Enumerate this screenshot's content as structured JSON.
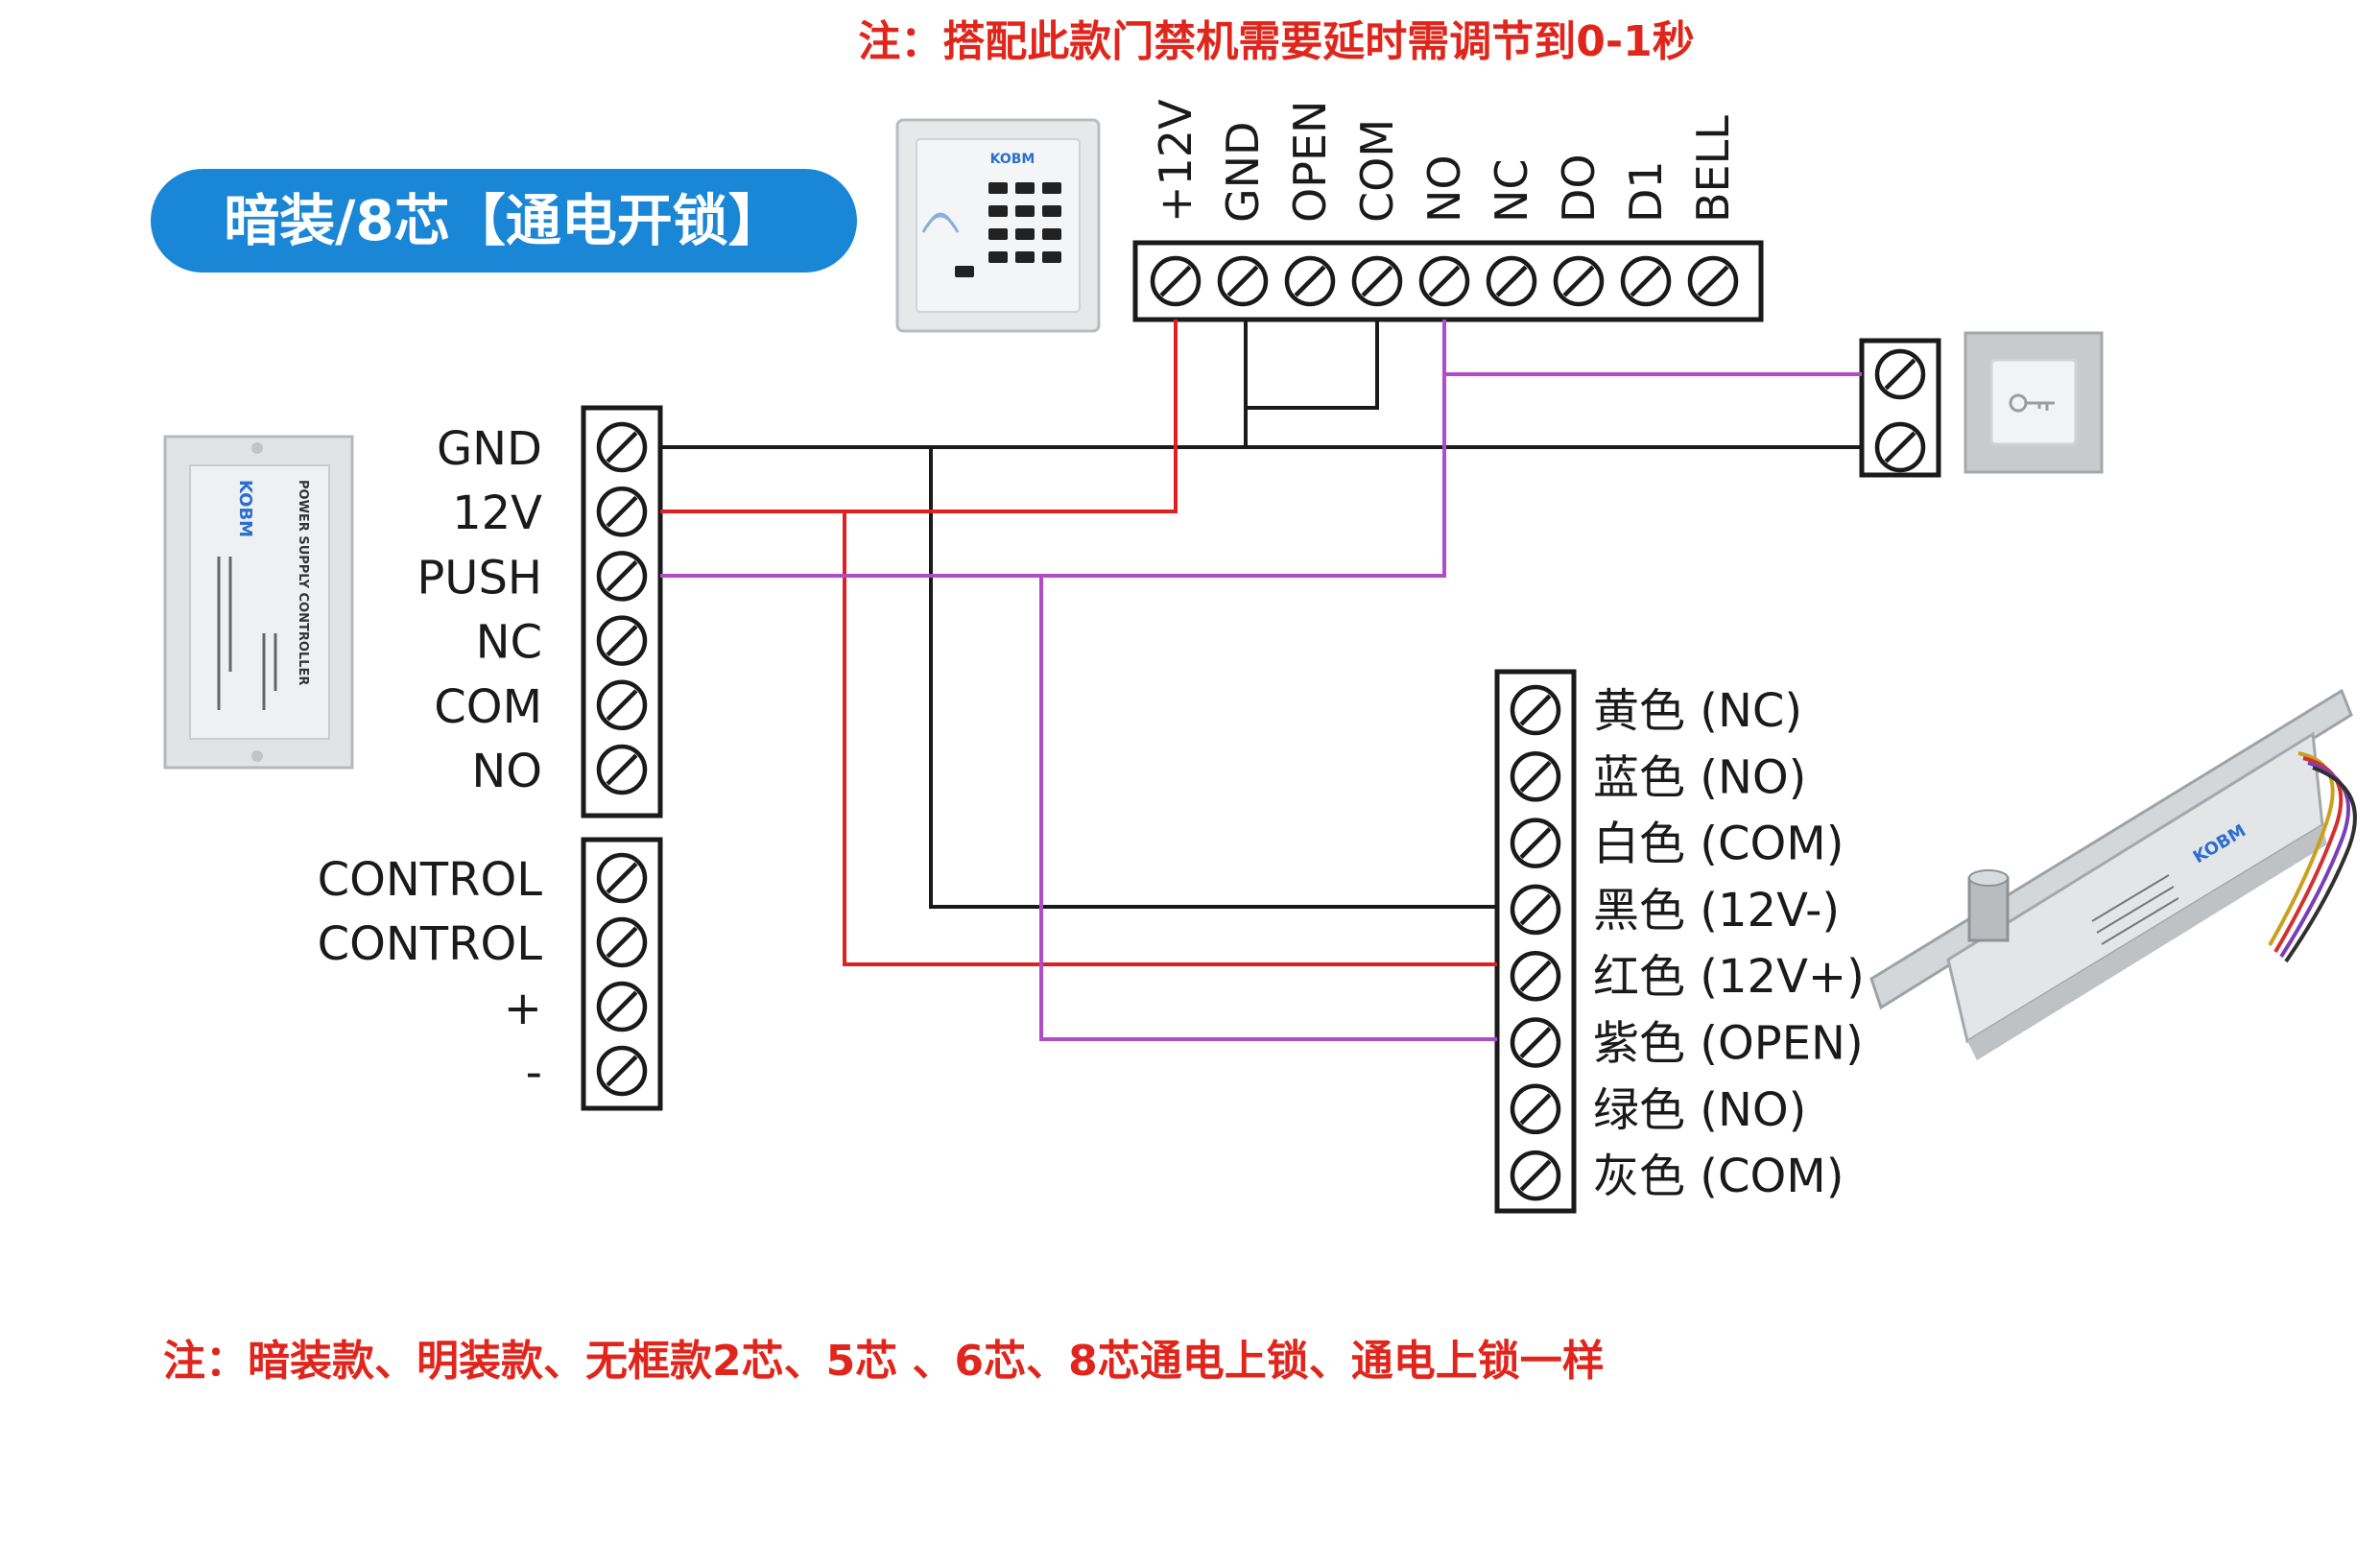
{
  "notes": {
    "top": "注：搭配此款门禁机需要延时需调节到0-1秒",
    "bottom": "注：暗装款、明装款、无框款2芯、5芯 、6芯、8芯通电上锁、通电上锁一样"
  },
  "badge": {
    "label": "暗装/8芯【通电开锁】"
  },
  "access_controller": {
    "logo": "KOBM",
    "terminals": [
      "+12V",
      "GND",
      "OPEN",
      "COM",
      "NO",
      "NC",
      "DO",
      "D1",
      "BELL"
    ]
  },
  "power_supply": {
    "logo": "KOBM",
    "product_text": "POWER SUPPLY CONTROLLER",
    "terminals_upper": [
      "GND",
      "12V",
      "PUSH",
      "NC",
      "COM",
      "NO"
    ],
    "terminals_lower": [
      "CONTROL",
      "CONTROL",
      "+",
      "-"
    ]
  },
  "exit_button": {
    "terminal_count": 2
  },
  "lock": {
    "logo": "KOBM",
    "wires": [
      "黄色 (NC)",
      "蓝色 (NO)",
      "白色 (COM)",
      "黑色 (12V-)",
      "红色 (12V+)",
      "紫色 (OPEN)",
      "绿色 (NO)",
      "灰色 (COM)"
    ]
  },
  "colors": {
    "note_red": "#e0261c",
    "badge_blue": "#1a86d6",
    "wire_black": "#1a1a1a",
    "wire_red": "#e02020",
    "wire_purple": "#b04cc8"
  }
}
